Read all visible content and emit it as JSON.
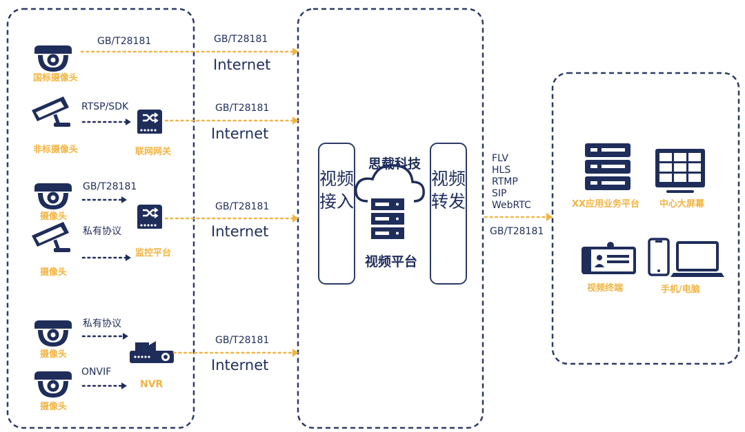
{
  "left_panel": {
    "devices": [
      {
        "label": "国标摄像头",
        "protocol": "GB/T28181"
      },
      {
        "label": "非标摄像头",
        "protocol": "RTSP/SDK",
        "gateway": "联网网关"
      },
      {
        "label": "摄像头",
        "protocol": "GB/T28181"
      },
      {
        "label": "摄像头",
        "protocol": "私有协议",
        "gateway": "监控平台"
      },
      {
        "label": "摄像头",
        "protocol": "私有协议"
      },
      {
        "label": "摄像头",
        "protocol": "ONVIF",
        "gateway": "NVR"
      }
    ]
  },
  "links": [
    {
      "protocol": "GB/T28181",
      "network": "Internet"
    },
    {
      "protocol": "GB/T28181",
      "network": "Internet"
    },
    {
      "protocol": "GB/T28181",
      "network": "Internet"
    },
    {
      "protocol": "GB/T28181",
      "network": "Internet"
    }
  ],
  "center_panel": {
    "company": "思载科技",
    "platform": "视频平台",
    "access": "视频接入",
    "forward": "视频转发"
  },
  "output_protocols": [
    "FLV",
    "HLS",
    "RTMP",
    "SIP",
    "WebRTC"
  ],
  "output_protocol_gb": "GB/T28181",
  "right_panel": {
    "targets": [
      {
        "label": "XX应用业务平台",
        "icon": "server-rack-icon"
      },
      {
        "label": "中心大屏幕",
        "icon": "video-wall-icon"
      },
      {
        "label": "视频终端",
        "icon": "video-terminal-icon"
      },
      {
        "label": "手机/电脑",
        "icon": "phone-laptop-icon"
      }
    ]
  },
  "colors": {
    "navy": "#1f2d5a",
    "accent": "#f2b441",
    "border": "#2b3a66"
  }
}
